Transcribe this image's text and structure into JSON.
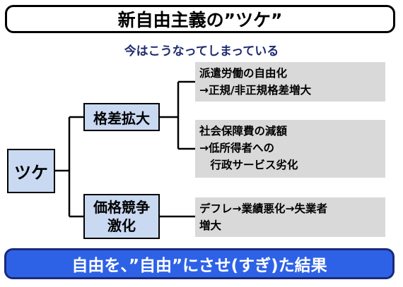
{
  "title": "新自由主義の”ツケ”",
  "subtitle": "今はこうなってしまっている",
  "root": "ツケ",
  "branches": [
    {
      "label": "格差拡大",
      "leaves": [
        "派遣労働の自由化\n→正規/非正規格差増大",
        "社会保障費の減額\n→低所得者への\n　行政サービス劣化"
      ]
    },
    {
      "label": "価格競争\n激化",
      "leaves": [
        "デフレ→業績悪化→失業者\n増大"
      ]
    }
  ],
  "footer": "自由を、”自由”にさせ(すぎ)た結果",
  "colors": {
    "node_fill": "#c9d9f1",
    "leaf_fill": "#d9d9d9",
    "footer_fill": "#2e62e6",
    "subtitle_text": "#1f2c6f"
  }
}
